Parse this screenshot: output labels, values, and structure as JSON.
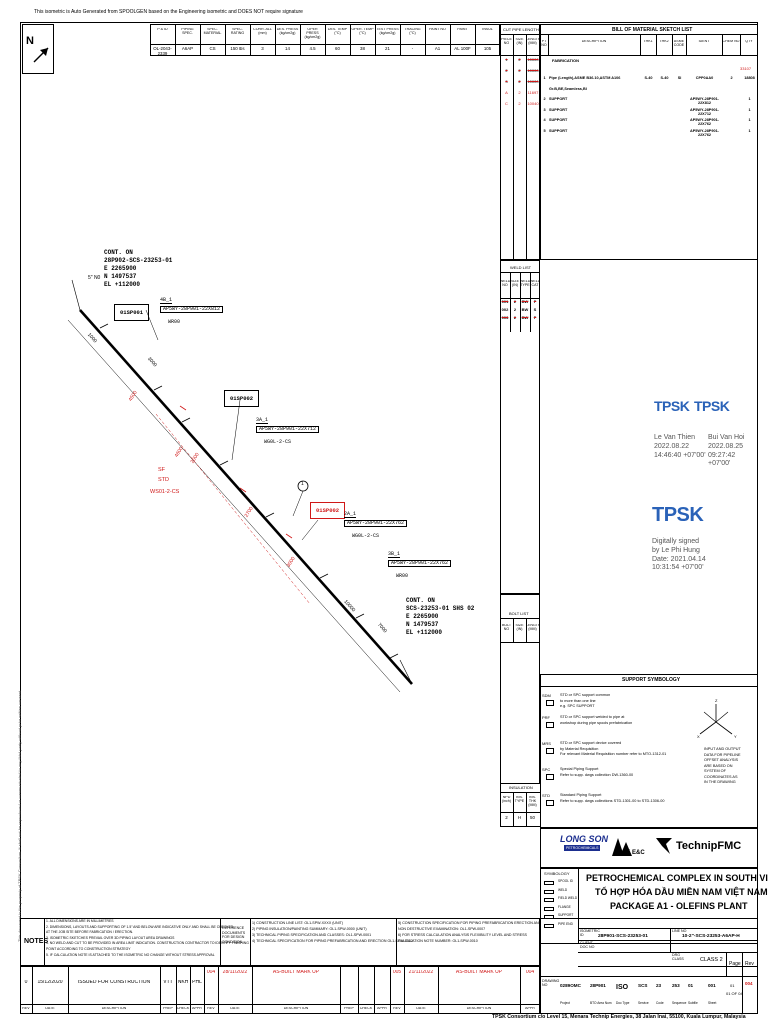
{
  "top_note": "This isometric is Auto Generated from SPOOLGEN based on the Engineering isometric and DOES NOT require signature",
  "north_label": "N",
  "header": {
    "columns": [
      "P & ID",
      "PIPING SPEC.",
      "SPEC. MATERIAL",
      "SPEC. RATING",
      "CORR. ALL (mm)",
      "DES. PRESS (kg/cm2g)",
      "OPER PRESS (kg/cm2g)",
      "DES. TEMP (°C)",
      "OPER. TEMP (°C)",
      "TEST PRESS (kg/cm2g)",
      "TRACING (°C)",
      "PAINT NO",
      "PAINT",
      "INSUL"
    ],
    "values": [
      "OL-2043-2339",
      "A6AP",
      "CS",
      "150 lbs",
      "3",
      "14",
      "4.5",
      "60",
      "38",
      "21",
      "-",
      "A1",
      "AL 100F",
      "105"
    ]
  },
  "cut_pipe": {
    "title": "CUT PIPE LENGTH",
    "columns": [
      "PIECE NO",
      "SIZE (IN)",
      "LENGTH (MM)"
    ],
    "rows": [
      {
        "piece": "1",
        "size": "2",
        "length": "10000",
        "strike": true
      },
      {
        "piece": "2",
        "size": "2",
        "length": "10000",
        "strike": true
      },
      {
        "piece": "3",
        "size": "2",
        "length": "10000",
        "strike": true
      },
      {
        "piece": "A",
        "size": "2",
        "length": "11697",
        "red": true
      },
      {
        "piece": "C",
        "size": "2",
        "length": "10040",
        "red": true
      }
    ]
  },
  "bom": {
    "title": "BILL OF MATERIAL SKETCH LIST",
    "columns": [
      "PT NO",
      "DESCRIPTION",
      "THK1",
      "THK2",
      "ASME CODE",
      "IDENT",
      "CHEM NO",
      "QTY"
    ],
    "category": "FABRICATION",
    "rows": [
      {
        "pt": "1",
        "desc": "Pipe (Length),ASME B36.10,ASTM A106",
        "thk1": "S-40",
        "thk2": "S-40",
        "code": "SI",
        "ident": "CPP0AA0",
        "chem": "2",
        "qty": "18808"
      },
      {
        "pt": "",
        "desc": "Gr.B,BE,Seamless,Bl",
        "thk1": "",
        "thk2": "",
        "code": "",
        "ident": "",
        "chem": "",
        "qty": ""
      },
      {
        "pt": "2",
        "desc": "SUPPORT",
        "thk1": "",
        "thk2": "",
        "code": "",
        "ident": "AP5WY-28P901-22X812",
        "chem": "",
        "qty": "1"
      },
      {
        "pt": "3",
        "desc": "SUPPORT",
        "thk1": "",
        "thk2": "",
        "code": "",
        "ident": "AP5WY-28P901-22X712",
        "chem": "",
        "qty": "1"
      },
      {
        "pt": "4",
        "desc": "SUPPORT",
        "thk1": "",
        "thk2": "",
        "code": "",
        "ident": "AP5WY-28P901-22X762",
        "chem": "",
        "qty": "1"
      },
      {
        "pt": "5",
        "desc": "SUPPORT",
        "thk1": "",
        "thk2": "",
        "code": "",
        "ident": "AP5WY-28P901-22X762",
        "chem": "",
        "qty": "1"
      }
    ],
    "red_note": "33107"
  },
  "weld_list": {
    "title": "WELD LIST",
    "columns": [
      "WELD NO",
      "SIZE (IN)",
      "WELD TYPE",
      "WELD CAT"
    ],
    "rows": [
      {
        "no": "001",
        "size": "2",
        "type": "BW",
        "cat": "F",
        "strike": true
      },
      {
        "no": "002",
        "size": "2",
        "type": "BW",
        "cat": "S"
      },
      {
        "no": "003",
        "size": "2",
        "type": "BW",
        "cat": "F",
        "strike": true
      }
    ]
  },
  "bolt_list": {
    "title": "BOLT LIST",
    "columns": [
      "BOLT NO",
      "SIZE (IN)",
      "LENGTH (MM)"
    ]
  },
  "insulation": {
    "title": "INSULATION",
    "columns": [
      "NPD (inch)",
      "INS. TYPE",
      "INS. THK (MM)"
    ],
    "row": [
      "2",
      "H",
      "50"
    ]
  },
  "signatures": {
    "brand": "TPSK",
    "sig1": {
      "name": "Le Van Thien",
      "date": "2022.08.22",
      "time": "14:46:40 +07'00'"
    },
    "sig2": {
      "name": "Bui Van Hoi",
      "date": "2022.08.25",
      "time": "09:27:42",
      "tz": "+07'00'"
    },
    "sig3": {
      "line1": "Digitally signed",
      "line2": "by Le Phi Hung",
      "line3": "Date: 2021.04.14",
      "line4": "10:31:54 +07'00'"
    }
  },
  "support_symbology": {
    "title": "SUPPORT SYMBOLOGY",
    "items": [
      {
        "code": "SDM",
        "lines": [
          "STD or SPC support common",
          "to more than one line",
          "e.g.   SPC   SUPPORT"
        ]
      },
      {
        "code": "PRF",
        "lines": [
          "STD or SPC support welded to pipe at",
          "workshop during pipe spools prefabrication"
        ]
      },
      {
        "code": "MRS",
        "lines": [
          "STD or SPC support device covered",
          "by Material Requisition",
          "For relevant Material Requisition number refer to MTO-1312-01"
        ]
      },
      {
        "code": "SPC",
        "lines": [
          "Special Piping Support",
          "Refer to supp. dwgs collection DW-1360-00"
        ]
      },
      {
        "code": "STD",
        "lines": [
          "Standard Piping Support",
          "Refer to supp. dwgs collections STD-1301-00 to STD-1306-00"
        ]
      }
    ],
    "coord_note": [
      "INPUT AND OUTPUT",
      "DATA FOR PIPELINE",
      "OFFSET ANALYSIS",
      "ARE BASED ON",
      "SYSTEM OF",
      "COORDINATES AS",
      "IN THE DRAWING"
    ],
    "axes": [
      "Z",
      "X",
      "Y"
    ]
  },
  "logos": {
    "longson": "LONG SON",
    "longson_sub": "PETROCHEMICALS",
    "ske": "SK E&C",
    "technip": "TechnipFMC"
  },
  "project": {
    "title1": "PETROCHEMICAL COMPLEX IN SOUTH VIETNAM",
    "title2": "TỔ HỢP HÓA DẦU MIỀN NAM VIỆT NAM",
    "title3": "PACKAGE A1 - OLEFINS PLANT",
    "symbology_label": "SYMBOLOGY",
    "sym_legend": [
      "SPOOL ID",
      "WELD",
      "FIELD WELD",
      "FLANGE",
      "SUPPORT",
      "PIPE END"
    ]
  },
  "doc_info": {
    "isometric_label": "ISOMETRIC ID",
    "isometric_id": "28P901-SCS-23253-01",
    "line_label": "LINE NO",
    "line_no": "10-2\"-SCS-23253-A6AP-H",
    "client_label": "CLIENT DOC NO",
    "client_doc": "",
    "drg_class_label": "DRG CLASS",
    "drg_class": "CLASS 2",
    "page_label": "Page",
    "page": "01",
    "rev_label": "Rev",
    "rev": "004",
    "drawing_label": "DRAWING NO",
    "drawing_parts": [
      "0289OMC",
      "28P901",
      "ISO",
      "SCS",
      "23",
      "253",
      "01",
      "001"
    ],
    "drawing_caps": [
      "Project",
      "BTO Area Num",
      "Doc Type",
      "Service",
      "Code",
      "Sequence",
      "Subfile",
      "Sheet"
    ],
    "of_text": "01 OF 04"
  },
  "footer": "TPSK Consortium c/o Level 15, Menara Technip Energies, 38 Jalan Inai, 55100, Kuala Lumpur, Malaysia",
  "notes": {
    "label": "NOTES",
    "left": [
      "1. ALL DIMENSIONS ARE IN MILLIMETRES",
      "2. DIMENSIONS, LAYOUTS AND SUPPORTING OF 1.5\" AND BELOW ARE INDICATIVE ONLY AND SHALL BE CHECKED",
      "   AT THE JOB SITE BEFORE FABRICATION / ERECTION.",
      "3. ISOMETRIC SKETCHES PREVAIL OVER 3D PIPING LAYOUT AREA DRAWINGS",
      "4. NO WELD AND CUT TO BE PROVIDED IN AREA LIMIT INDICATION. CONSTRUCTION CONTRACTOR TO IDENTIFY FINISHING",
      "   POINT ACCORDING TO CONSTRUCTION STRATEGY",
      "5. IF CALCULATION NOTE IS ATTACHED TO THE ISOMETRIC NO CHANGE WITHOUT STRESS APPROVAL"
    ],
    "ref_label": "REFERENCE DOCUMENTS FOR DESIGN CONDITION",
    "middle": [
      "1) CONSTRUCTION LINE LIST: OL1-SPW-XXXX (UNIT)",
      "2) PIPING INSULATION/PAINTING SUMMARY: OL1-SPW-0000 (UNIT)",
      "3) TECHNICAL PIPING SPECIFICATION AND CLASSES: OL1-SPW-0001",
      "4) TECHNICAL SPECIFICATION FOR PIPING PREFABRICATION AND ERECTION OL1-SPW-0012"
    ],
    "right": [
      "5) CONSTRUCTION SPECIFICATION FOR PIPING PREFABRICATION ERECTION AND",
      "   NON DESTRUCTIVE EXAMINATION: OL1-SPW-0007",
      "6) FOR STRESS CALCULATION ANALYSIS FLEXIBILITY LEVEL AND STRESS",
      "   CALCULATION NOTE NUMBER: OL1-SPW-0010"
    ]
  },
  "revisions": {
    "row": {
      "rev": "0",
      "date": "15/12/2020",
      "desc": "ISSUED FOR CONSTRUCTION",
      "prep": "VTT",
      "check": "NKH",
      "appr": "PHL"
    },
    "markup1": {
      "rev": "004",
      "date": "28/11/2022",
      "desc": "AS-BUILT MARK UP"
    },
    "markup2": {
      "rev": "005",
      "date": "21/11/2022",
      "desc": "AS-BUILT MARK UP"
    },
    "columns": [
      "REV",
      "DATE",
      "DESCRIPTION",
      "PREP",
      "CHECK",
      "APPR"
    ],
    "right_red": "004"
  },
  "iso": {
    "conn_top": [
      "CONT. ON",
      "28P902-SCS-23253-01",
      "E 2265900",
      "N 1497537",
      "EL +112000"
    ],
    "conn_bot": [
      "CONT. ON",
      "SCS-23253-01 SHS 02",
      "E 2265900",
      "N 1479537",
      "EL +112000"
    ],
    "spools": [
      "01SP001",
      "01SP002",
      "01SP002"
    ],
    "supports": [
      {
        "tag": "4B_1",
        "code": "AP5WY-28P901-22X812",
        "sub": "WR00"
      },
      {
        "tag": "3A_1",
        "code": "AP5WY-28P901-22X712",
        "sub": "WG0L-2-CS"
      },
      {
        "tag": "2A_1",
        "code": "AP5WY-28P901-22X762",
        "sub": "WG0L-2-CS"
      },
      {
        "tag": "3B_1",
        "code": "AP5WY-28P901-22X762",
        "sub": "WR00"
      }
    ],
    "dims_red": [
      "4500",
      "2000",
      "2700",
      "3000",
      "4600"
    ],
    "dims_black": [
      "1000",
      "3000",
      "10000",
      "7000"
    ],
    "red_labels": [
      "SF",
      "STD",
      "WS01-2-CS"
    ],
    "bubble": "1",
    "near_w": "5\" N0",
    "side_text": "This document is the property of TPSK Consortium. It shall not be reproduced or communicated to any third party without prior written consent."
  }
}
